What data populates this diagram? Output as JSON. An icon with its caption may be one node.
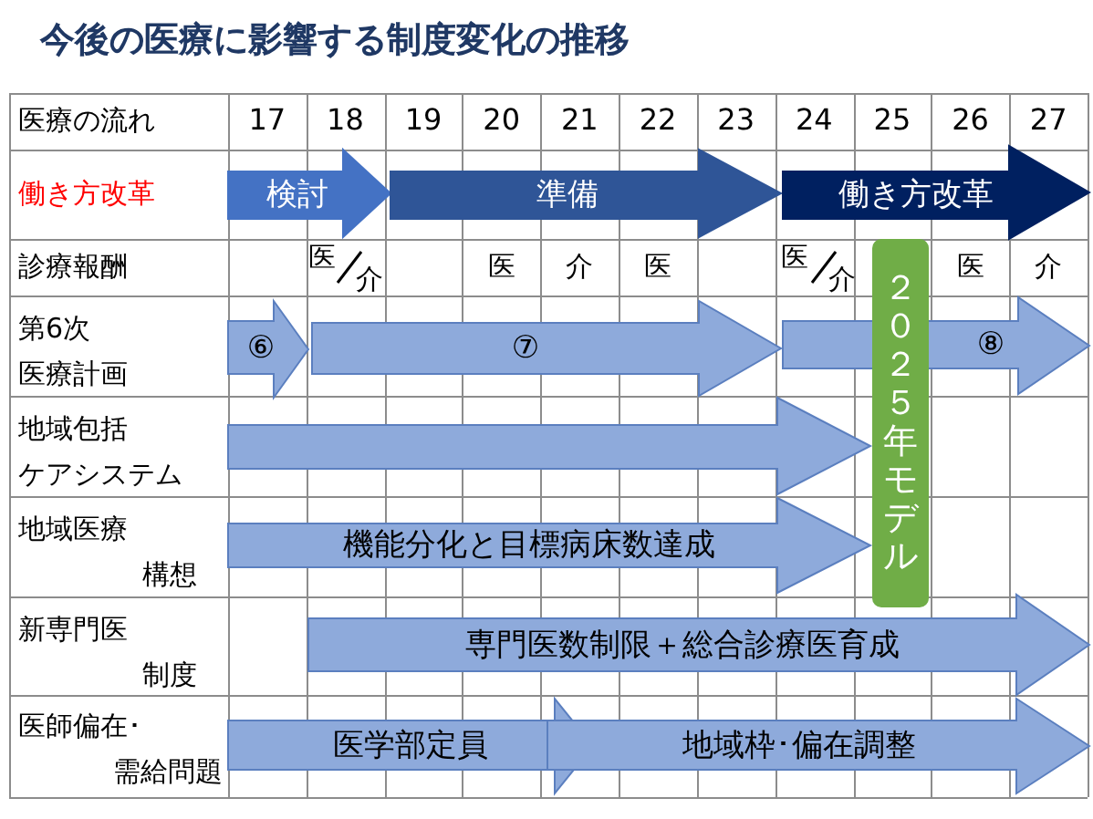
{
  "diagram": {
    "title": "今後の医療に影響する制度変化の推移",
    "nodes": [
      {
        "text": [
          "検討"
        ]
      },
      {
        "text": [
          "準備"
        ]
      },
      {
        "text": [
          "働き方改革"
        ]
      },
      {
        "text": [
          "⑥"
        ]
      },
      {
        "text": [
          "⑦"
        ]
      },
      {
        "text": [
          "⑧"
        ]
      },
      {
        "text": [
          "２０２５年モデル"
        ]
      },
      {
        "text": [],
        "shape": "arrow"
      },
      {
        "text": [
          "機能分化と目標病床数達成"
        ]
      },
      {
        "text": [
          "専門医数制限＋総合診療医育成"
        ]
      },
      {
        "text": [
          "医学部定員"
        ]
      },
      {
        "text": [
          "地域枠･偏在調整"
        ]
      }
    ],
    "labels": [
      "医療の流れ",
      "17",
      "18",
      "19",
      "20",
      "21",
      "22",
      "23",
      "24",
      "25",
      "26",
      "27",
      "働き方改革",
      "診療報酬",
      "医",
      "介",
      "医",
      "介",
      "医",
      "医",
      "介",
      "医",
      "介",
      "第6次医療計画",
      "地域包括ケアシステム",
      "地域医療構想",
      "新専門医制度",
      "医師偏在･需給問題"
    ]
  }
}
